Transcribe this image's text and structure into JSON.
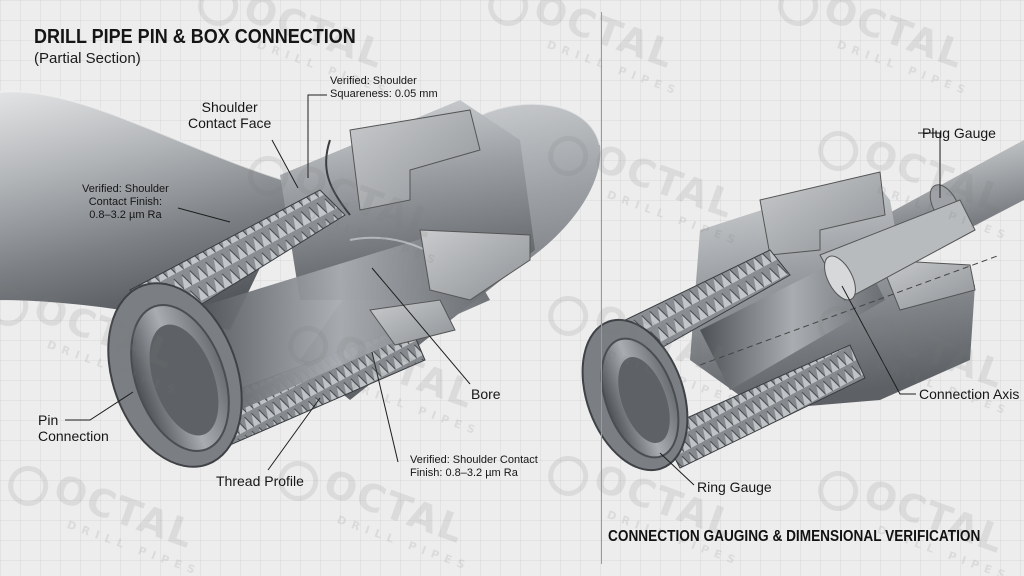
{
  "header": {
    "title": "DRILL PIPE PIN & BOX CONNECTION",
    "subtitle": "(Partial Section)"
  },
  "left_panel": {
    "labels": {
      "squareness": "Verified: Shoulder\nSquareness: 0.05 mm",
      "shoulder_face": "Shoulder\nContact Face",
      "contact_finish_upper": "Verified: Shoulder\nContact Finish:\n0.8–3.2 µm Ra",
      "pin_connection": "Pin\nConnection",
      "thread_profile": "Thread Profile",
      "bore": "Bore",
      "contact_finish_lower": "Verified: Shoulder Contact\nFinish: 0.8–3.2 µm Ra"
    }
  },
  "right_panel": {
    "heading": "CONNECTION GAUGING & DIMENSIONAL VERIFICATION",
    "labels": {
      "plug_gauge": "Plug Gauge",
      "connection_axis": "Connection Axis",
      "ring_gauge": "Ring Gauge"
    }
  },
  "watermark": {
    "brand": "OCTAL",
    "tagline": "DRILL PIPES"
  },
  "colors": {
    "background": "#ededed",
    "steel_light": "#d4d6d8",
    "steel_mid": "#9ea2a6",
    "steel_dark": "#4c5054",
    "text": "#161616"
  }
}
